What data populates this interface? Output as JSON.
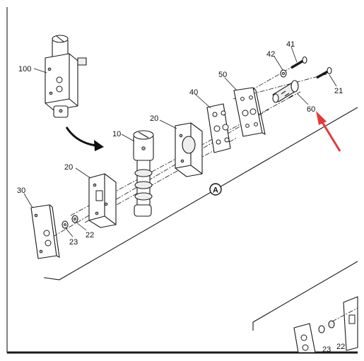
{
  "labels": {
    "p100": "100",
    "p10": "10",
    "p20a": "20",
    "p20b": "20",
    "p30": "30",
    "p40": "40",
    "p50": "50",
    "p41": "41",
    "p42": "42",
    "p21": "21",
    "p60": "60",
    "p23a": "23",
    "p22a": "22",
    "p23b": "23",
    "p22b": "22",
    "callout": "A"
  },
  "colors": {
    "line": "#1a1a1a",
    "annotation_arrow": "#e53935",
    "background": "#ffffff"
  },
  "icons": {
    "assembly_arrow": "curved-arrow-icon",
    "highlight_arrow": "red-arrow-icon"
  }
}
